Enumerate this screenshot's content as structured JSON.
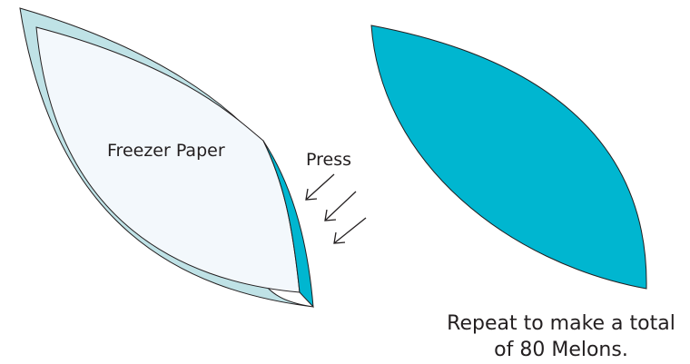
{
  "labels": {
    "freezer_paper": "Freezer Paper",
    "press": "Press",
    "repeat_line1": "Repeat to make a total",
    "repeat_line2": "of 80 Melons."
  },
  "colors": {
    "fabric_light": "#bfe2e6",
    "freezer_paper": "#f3f8fc",
    "fabric_turned": "#00b6d0",
    "outline": "#231f20"
  }
}
